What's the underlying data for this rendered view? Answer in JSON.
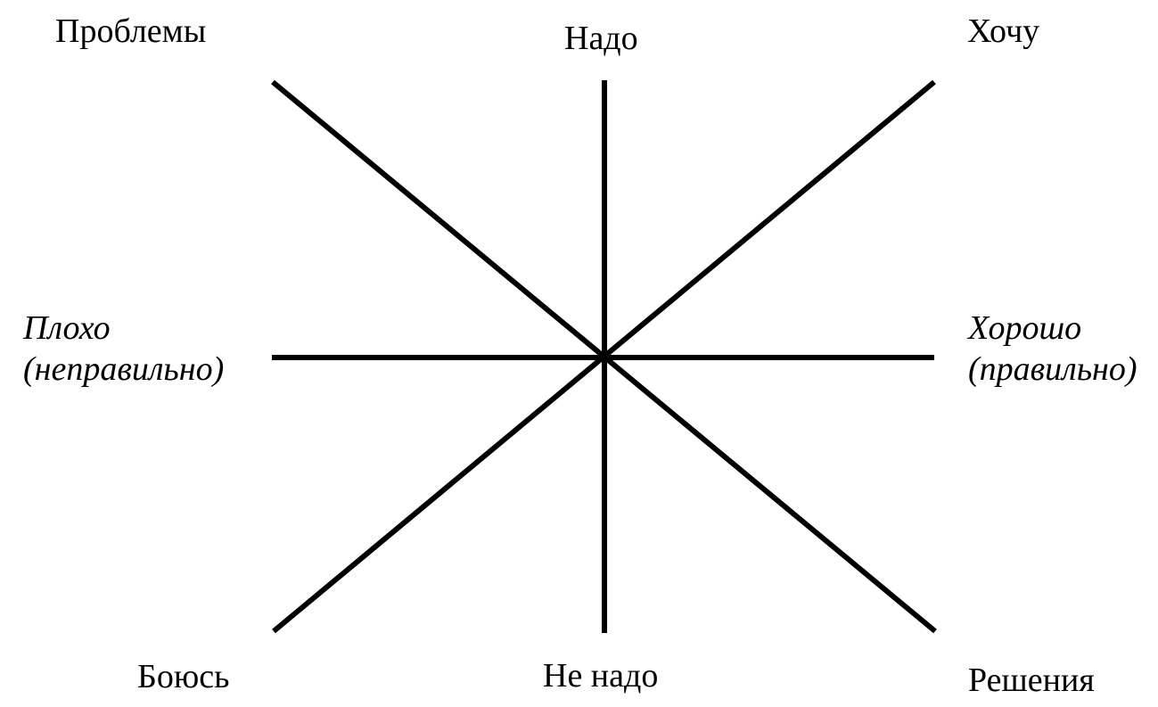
{
  "labels": {
    "top_left": "Проблемы",
    "top": "Надо",
    "top_right": "Хочу",
    "left_line1": "Плохо",
    "left_line2": "(неправильно)",
    "right_line1": "Хорошо",
    "right_line2": "(правильно)",
    "bottom_left": "Боюсь",
    "bottom": "Не надо",
    "bottom_right": "Решения"
  },
  "colors": {
    "line": "#000000",
    "text": "#000000",
    "background": "#ffffff"
  }
}
